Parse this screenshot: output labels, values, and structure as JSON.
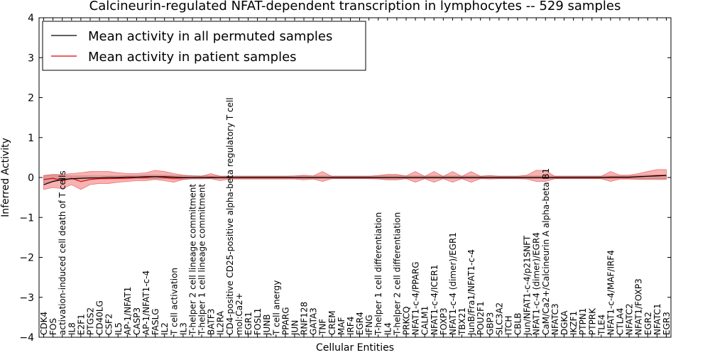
{
  "chart_data": {
    "type": "line",
    "title": "Calcineurin-regulated NFAT-dependent transcription in lymphocytes -- 529 samples",
    "xlabel": "Cellular Entities",
    "ylabel": "Inferred Activity",
    "ylim": [
      -4,
      4
    ],
    "yticks": [
      "−4",
      "−3",
      "−2",
      "−1",
      "0",
      "1",
      "2",
      "3",
      "4"
    ],
    "legend_placement": "top-left",
    "grid": false,
    "categories": [
      "CDK4",
      "FOS",
      "activation-induced cell death of T cells",
      "IL8",
      "E2F1",
      "PTGS2",
      "CD40LG",
      "CSF2",
      "IL5",
      "AP-1/NFAT1",
      "CASP3",
      "AP-1/NFAT1-c-4",
      "FASLG",
      "IL2",
      "T cell activation",
      "IL3",
      "T-helper 2 cell lineage commitment",
      "T-helper 1 cell lineage commitment",
      "BATF3",
      "IL2RA",
      "CD4-positive CD25-positive alpha-beta regulatory T cell",
      "mol:Ca2+",
      "EGR1",
      "FOSL1",
      "JUNB",
      "T cell anergy",
      "PPARG",
      "JUN",
      "RNF128",
      "GATA3",
      "TNF",
      "CREM",
      "MAF",
      "IRF4",
      "EGR4",
      "IFNG",
      "T-helper 1 cell differentiation",
      "IL4",
      "T-helper 2 cell differentiation",
      "PRKCQ",
      "NFAT1-c-4/PPARG",
      "CALM1",
      "NFAT1-c-4/ICER1",
      "FOXP3",
      "NFAT1-c-4 (dimer)/EGR1",
      "TBX21",
      "JunB/Fra1/NFAT1-c-4",
      "POU2F1",
      "GBP3",
      "SLC3A2",
      "ITCH",
      "CBLB",
      "Jun/NFAT1-c-4/p21SNFT",
      "NFAT1-c-4 (dimer)/EGR4",
      "CaM/Ca2+/Calcineurin A alpha-beta B1",
      "NFATC3",
      "DGKA",
      "IKZF1",
      "PTPN1",
      "PTPRK",
      "TLE4",
      "NFAT1-c-4/MAF/IRF4",
      "CTLA4",
      "NFATC2",
      "NFAT1/FOXP3",
      "EGR2",
      "NFATC1",
      "EGR3"
    ],
    "series": [
      {
        "name": "Mean activity in all permuted samples",
        "color": "#000000",
        "values": [
          -0.18,
          -0.1,
          -0.05,
          -0.03,
          -0.02,
          -0.01,
          -0.01,
          0,
          0,
          0.01,
          0.01,
          0.02,
          0.02,
          0.02,
          0.01,
          0,
          0,
          0,
          0,
          0,
          0,
          0,
          0,
          0,
          0,
          0,
          0,
          0,
          0,
          0,
          0,
          0,
          0,
          0,
          0,
          0,
          0,
          0,
          0,
          0,
          0,
          0,
          0,
          0,
          0,
          0,
          0,
          0,
          0,
          0,
          0,
          0,
          0,
          0,
          0,
          0,
          0,
          0,
          0,
          0,
          0,
          0.01,
          0.01,
          0.01,
          0.02,
          0.03,
          0.04,
          0.05
        ],
        "band_lower": [
          -0.15,
          -0.1,
          -0.07,
          -0.05,
          -0.04,
          -0.03,
          -0.03,
          -0.03,
          -0.03,
          -0.03,
          -0.03,
          -0.03,
          -0.03,
          -0.03,
          -0.04,
          -0.05,
          -0.04,
          -0.04,
          -0.03,
          -0.03,
          -0.03,
          -0.03,
          -0.03,
          -0.03,
          -0.03,
          -0.03,
          -0.03,
          -0.03,
          -0.03,
          -0.03,
          -0.03,
          -0.03,
          -0.03,
          -0.03,
          -0.03,
          -0.03,
          -0.03,
          -0.04,
          -0.04,
          -0.03,
          -0.03,
          -0.03,
          -0.03,
          -0.03,
          -0.03,
          -0.03,
          -0.03,
          -0.03,
          -0.03,
          -0.03,
          -0.03,
          -0.03,
          -0.03,
          -0.03,
          -0.03,
          -0.03,
          -0.03,
          -0.03,
          -0.03,
          -0.03,
          -0.03,
          -0.03,
          -0.03,
          -0.03,
          -0.03,
          -0.03,
          -0.03,
          -0.03
        ],
        "band_upper": [
          0.05,
          0.06,
          0.05,
          0.04,
          0.04,
          0.04,
          0.04,
          0.04,
          0.04,
          0.05,
          0.05,
          0.06,
          0.06,
          0.06,
          0.05,
          0.05,
          0.05,
          0.05,
          0.04,
          0.04,
          0.04,
          0.04,
          0.04,
          0.04,
          0.04,
          0.04,
          0.04,
          0.04,
          0.04,
          0.04,
          0.04,
          0.04,
          0.04,
          0.04,
          0.04,
          0.04,
          0.04,
          0.05,
          0.05,
          0.04,
          0.04,
          0.04,
          0.04,
          0.04,
          0.04,
          0.04,
          0.04,
          0.04,
          0.04,
          0.04,
          0.04,
          0.04,
          0.04,
          0.04,
          0.04,
          0.04,
          0.04,
          0.04,
          0.04,
          0.04,
          0.04,
          0.04,
          0.04,
          0.04,
          0.05,
          0.06,
          0.06,
          0.07
        ]
      },
      {
        "name": "Mean activity in patient samples",
        "color": "#e00000",
        "values": [
          -0.05,
          -0.02,
          -0.08,
          -0.02,
          -0.1,
          -0.05,
          -0.03,
          -0.03,
          -0.02,
          -0.02,
          0,
          0,
          0.02,
          0,
          -0.02,
          -0.01,
          0,
          0,
          0.01,
          0,
          0,
          0,
          0,
          0,
          0,
          0,
          0,
          0,
          0,
          0,
          0,
          0,
          0,
          0,
          0,
          0,
          0,
          0,
          0,
          0,
          0,
          0,
          0,
          0,
          0,
          0,
          0,
          0,
          0,
          0,
          0,
          0,
          0,
          0,
          0,
          0,
          0,
          0,
          0,
          0,
          0,
          0,
          0,
          0,
          0.02,
          0.03,
          0.05,
          0.05
        ],
        "band_lower": [
          -0.3,
          -0.25,
          -0.28,
          -0.18,
          -0.3,
          -0.18,
          -0.15,
          -0.15,
          -0.12,
          -0.1,
          -0.08,
          -0.08,
          -0.05,
          -0.08,
          -0.12,
          -0.05,
          -0.03,
          -0.03,
          -0.03,
          -0.08,
          -0.04,
          -0.04,
          -0.04,
          -0.04,
          -0.04,
          -0.04,
          -0.04,
          -0.04,
          -0.06,
          -0.04,
          -0.1,
          -0.03,
          -0.03,
          -0.03,
          -0.03,
          -0.03,
          -0.04,
          -0.06,
          -0.06,
          -0.03,
          -0.12,
          -0.03,
          -0.12,
          -0.03,
          -0.12,
          -0.03,
          -0.12,
          -0.03,
          -0.04,
          -0.03,
          -0.03,
          -0.03,
          -0.04,
          -0.1,
          -0.1,
          -0.03,
          -0.03,
          -0.03,
          -0.03,
          -0.03,
          -0.03,
          -0.1,
          -0.04,
          -0.04,
          -0.05,
          -0.05,
          -0.05,
          -0.05
        ],
        "band_upper": [
          0.05,
          0.08,
          0.08,
          0.1,
          0.12,
          0.15,
          0.15,
          0.15,
          0.12,
          0.1,
          0.1,
          0.12,
          0.18,
          0.15,
          0.1,
          0.06,
          0.04,
          0.03,
          0.1,
          0.03,
          0.03,
          0.03,
          0.03,
          0.03,
          0.03,
          0.03,
          0.03,
          0.04,
          0.06,
          0.04,
          0.15,
          0.03,
          0.03,
          0.03,
          0.03,
          0.03,
          0.05,
          0.08,
          0.08,
          0.04,
          0.15,
          0.03,
          0.15,
          0.03,
          0.15,
          0.03,
          0.15,
          0.03,
          0.05,
          0.03,
          0.03,
          0.03,
          0.06,
          0.18,
          0.18,
          0.03,
          0.03,
          0.03,
          0.03,
          0.03,
          0.03,
          0.15,
          0.06,
          0.06,
          0.1,
          0.15,
          0.2,
          0.2
        ]
      }
    ]
  }
}
